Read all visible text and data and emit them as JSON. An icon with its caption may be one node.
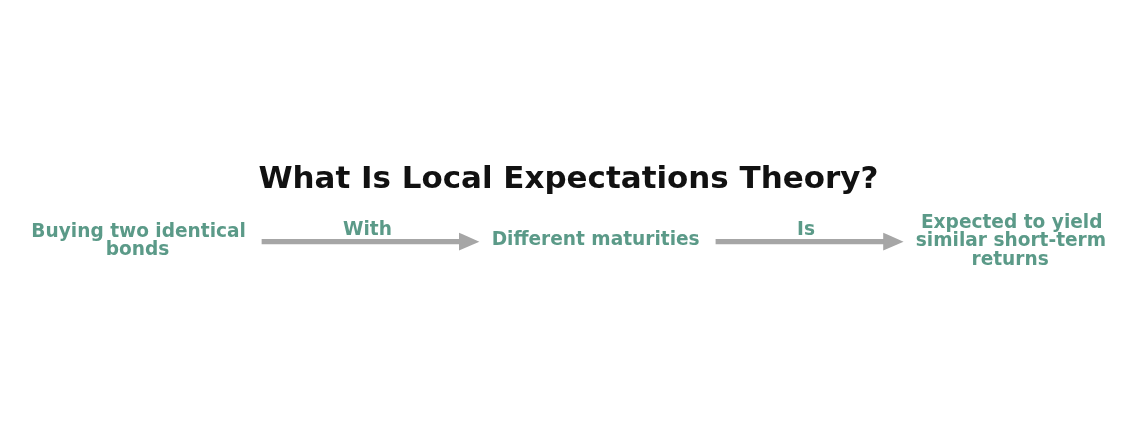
{
  "diagram": {
    "title": "What Is Local Expectations Theory?",
    "nodes": [
      {
        "text": [
          "Buying two identical bonds"
        ]
      },
      {
        "text": [
          "Different maturities"
        ]
      },
      {
        "text": [
          "Expected to yield similar short-term returns"
        ]
      }
    ],
    "edges": [
      {
        "from": 0,
        "to": 1,
        "arrow": "to",
        "label": "With"
      },
      {
        "from": 1,
        "to": 2,
        "arrow": "to",
        "label": "Is"
      }
    ]
  }
}
